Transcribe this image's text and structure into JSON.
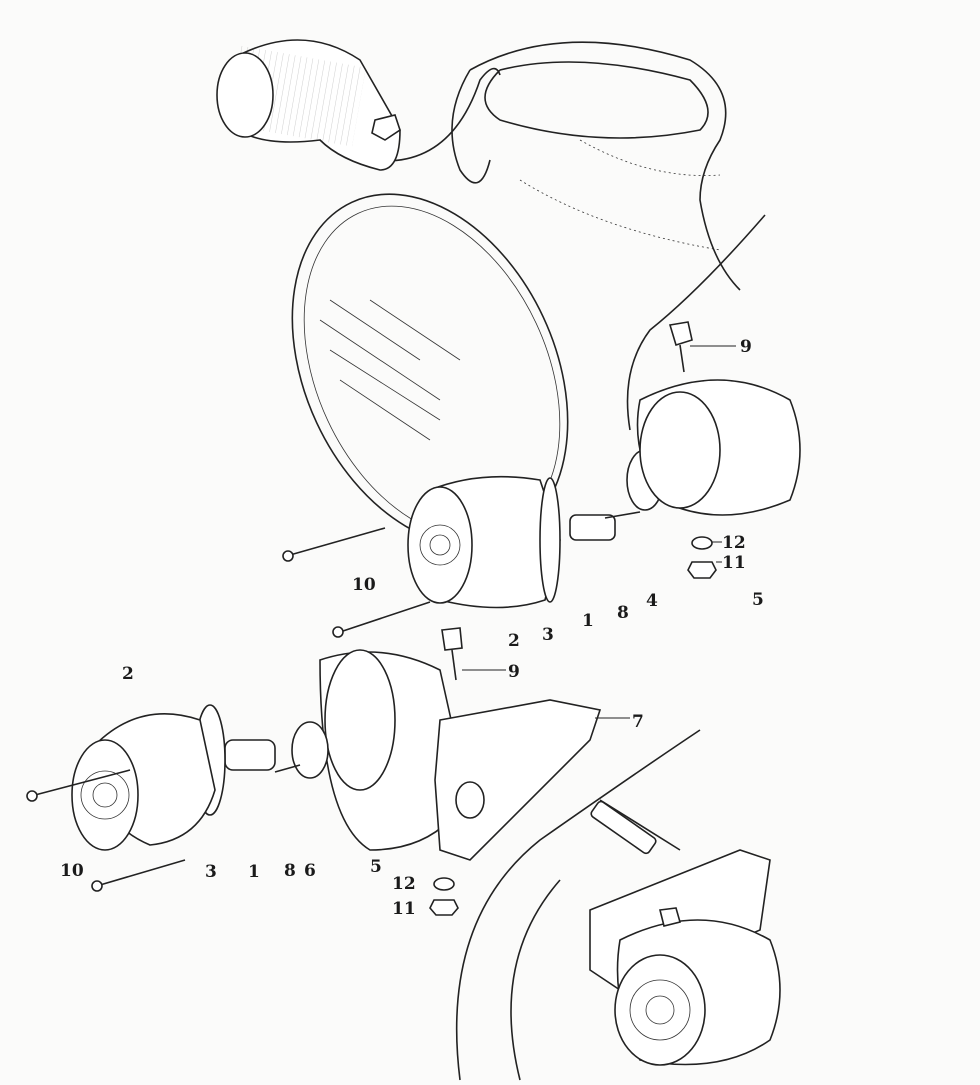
{
  "diagram": {
    "title": "Turn signal lamp exploded view",
    "callouts": [
      "9",
      "12",
      "11",
      "5",
      "10",
      "2",
      "3",
      "1",
      "8",
      "4",
      "9",
      "7",
      "2",
      "10",
      "3",
      "1",
      "8",
      "6",
      "5",
      "12",
      "11"
    ]
  }
}
